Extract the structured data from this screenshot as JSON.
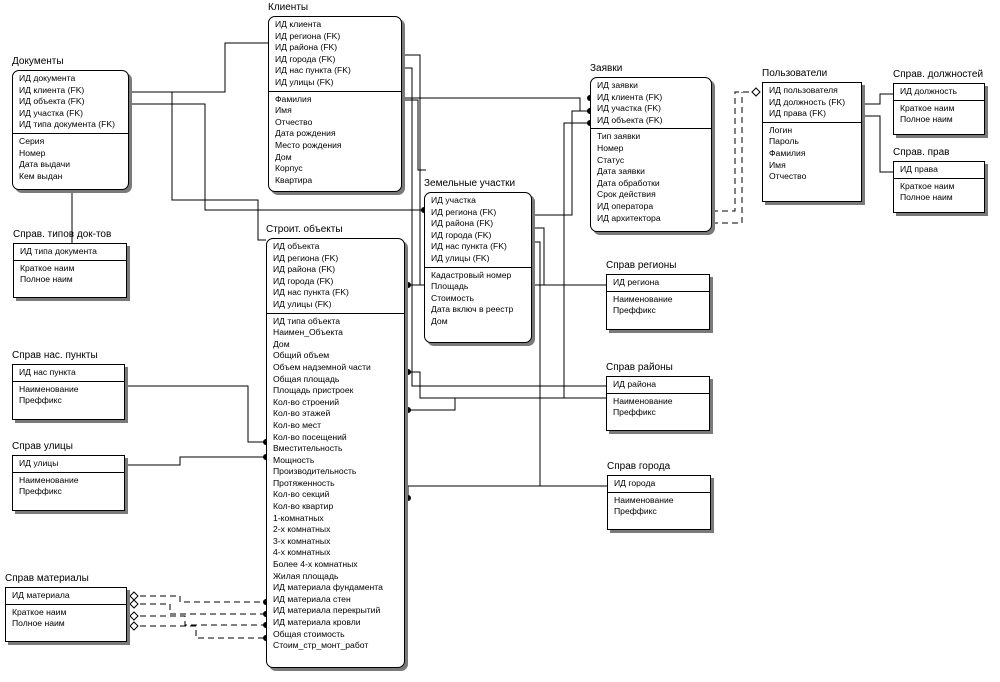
{
  "entities": {
    "klienty": {
      "title": "Клиенты",
      "keys": [
        "ИД клиента",
        "ИД региона (FK)",
        "ИД района (FK)",
        "ИД города (FK)",
        "ИД нас пункта (FK)",
        "ИД улицы (FK)"
      ],
      "attrs": [
        "Фамилия",
        "Имя",
        "Отчество",
        "Дата рождения",
        "Место рождения",
        "Дом",
        "Корпус",
        "Квартира"
      ]
    },
    "dokumenty": {
      "title": "Документы",
      "keys": [
        "ИД документа",
        "ИД клиента (FK)",
        "ИД объекта (FK)",
        "ИД участка (FK)",
        "ИД типа документа (FK)"
      ],
      "attrs": [
        "Серия",
        "Номер",
        "Дата выдачи",
        "Кем выдан"
      ]
    },
    "zayavki": {
      "title": "Заявки",
      "keys": [
        "ИД заявки",
        "ИД клиента (FK)",
        "ИД участка (FK)",
        "ИД объекта (FK)"
      ],
      "attrs": [
        "Тип заявки",
        "Номер",
        "Статус",
        "Дата заявки",
        "Дата обработки",
        "Срок действия",
        "ИД оператора",
        "ИД архитектора"
      ]
    },
    "polzovateli": {
      "title": "Пользователи",
      "keys": [
        "ИД пользователя",
        "ИД должность (FK)",
        "ИД права (FK)"
      ],
      "attrs": [
        "Логин",
        "Пароль",
        "Фамилия",
        "Имя",
        "Отчество"
      ]
    },
    "sprav_dolzhnostey": {
      "title": "Справ. должностей",
      "keys": [
        "ИД должность"
      ],
      "attrs": [
        "Краткое наим",
        "Полное наим"
      ]
    },
    "sprav_prav": {
      "title": "Справ. прав",
      "keys": [
        "ИД права"
      ],
      "attrs": [
        "Краткое наим",
        "Полное наим"
      ]
    },
    "zemelnye_uchastki": {
      "title": "Земельные участки",
      "keys": [
        "ИД участка",
        "ИД региона (FK)",
        "ИД района (FK)",
        "ИД города (FK)",
        "ИД нас пункта (FK)",
        "ИД улицы (FK)"
      ],
      "attrs": [
        "Кадастровый номер",
        "Площадь",
        "Стоимость",
        "Дата включ в реестр",
        "Дом"
      ]
    },
    "sprav_tipov_dok": {
      "title": "Справ. типов док-тов",
      "keys": [
        "ИД типа документа"
      ],
      "attrs": [
        "Краткое наим",
        "Полное наим"
      ]
    },
    "stroit_obekty": {
      "title": "Строит. объекты",
      "keys": [
        "ИД объекта",
        "ИД региона (FK)",
        "ИД района (FK)",
        "ИД города (FK)",
        "ИД нас пункта (FK)",
        "ИД улицы (FK)"
      ],
      "attrs": [
        "ИД типа объекта",
        "Наимен_Объекта",
        "Дом",
        "Общий объем",
        "Объем надземной части",
        "Общая площадь",
        "Площадь пристроек",
        "Кол-во строений",
        "Кол-во этажей",
        "Кол-во мест",
        "Кол-во посещений",
        "Вместительность",
        "Мощность",
        "Производительность",
        "Протяженность",
        "Кол-во секций",
        "Кол-во квартир",
        "1-комнатных",
        "2-х комнатных",
        "3-х комнатных",
        "4-х комнатных",
        "Более 4-х комнатных",
        "Жилая площадь",
        "ИД материала фундамента",
        "ИД материала стен",
        "ИД материала перекрытий",
        "ИД материала кровли",
        "Общая стоимость",
        "Стоим_стр_монт_работ"
      ]
    },
    "sprav_regiony": {
      "title": "Справ регионы",
      "keys": [
        "ИД региона"
      ],
      "attrs": [
        "Наименование",
        "Преффикс"
      ]
    },
    "sprav_rayony": {
      "title": "Справ районы",
      "keys": [
        "ИД района"
      ],
      "attrs": [
        "Наименование",
        "Преффикс"
      ]
    },
    "sprav_goroda": {
      "title": "Справ города",
      "keys": [
        "ИД города"
      ],
      "attrs": [
        "Наименование",
        "Преффикс"
      ]
    },
    "sprav_nas_punkty": {
      "title": "Справ нас. пункты",
      "keys": [
        "ИД нас пункта"
      ],
      "attrs": [
        "Наименование",
        "Преффикс"
      ]
    },
    "sprav_ulitsy": {
      "title": "Справ улицы",
      "keys": [
        "ИД улицы"
      ],
      "attrs": [
        "Наименование",
        "Преффикс"
      ]
    },
    "sprav_materialy": {
      "title": "Справ материалы",
      "keys": [
        "ИД материала"
      ],
      "attrs": [
        "Краткое наим",
        "Полное наим"
      ]
    }
  }
}
